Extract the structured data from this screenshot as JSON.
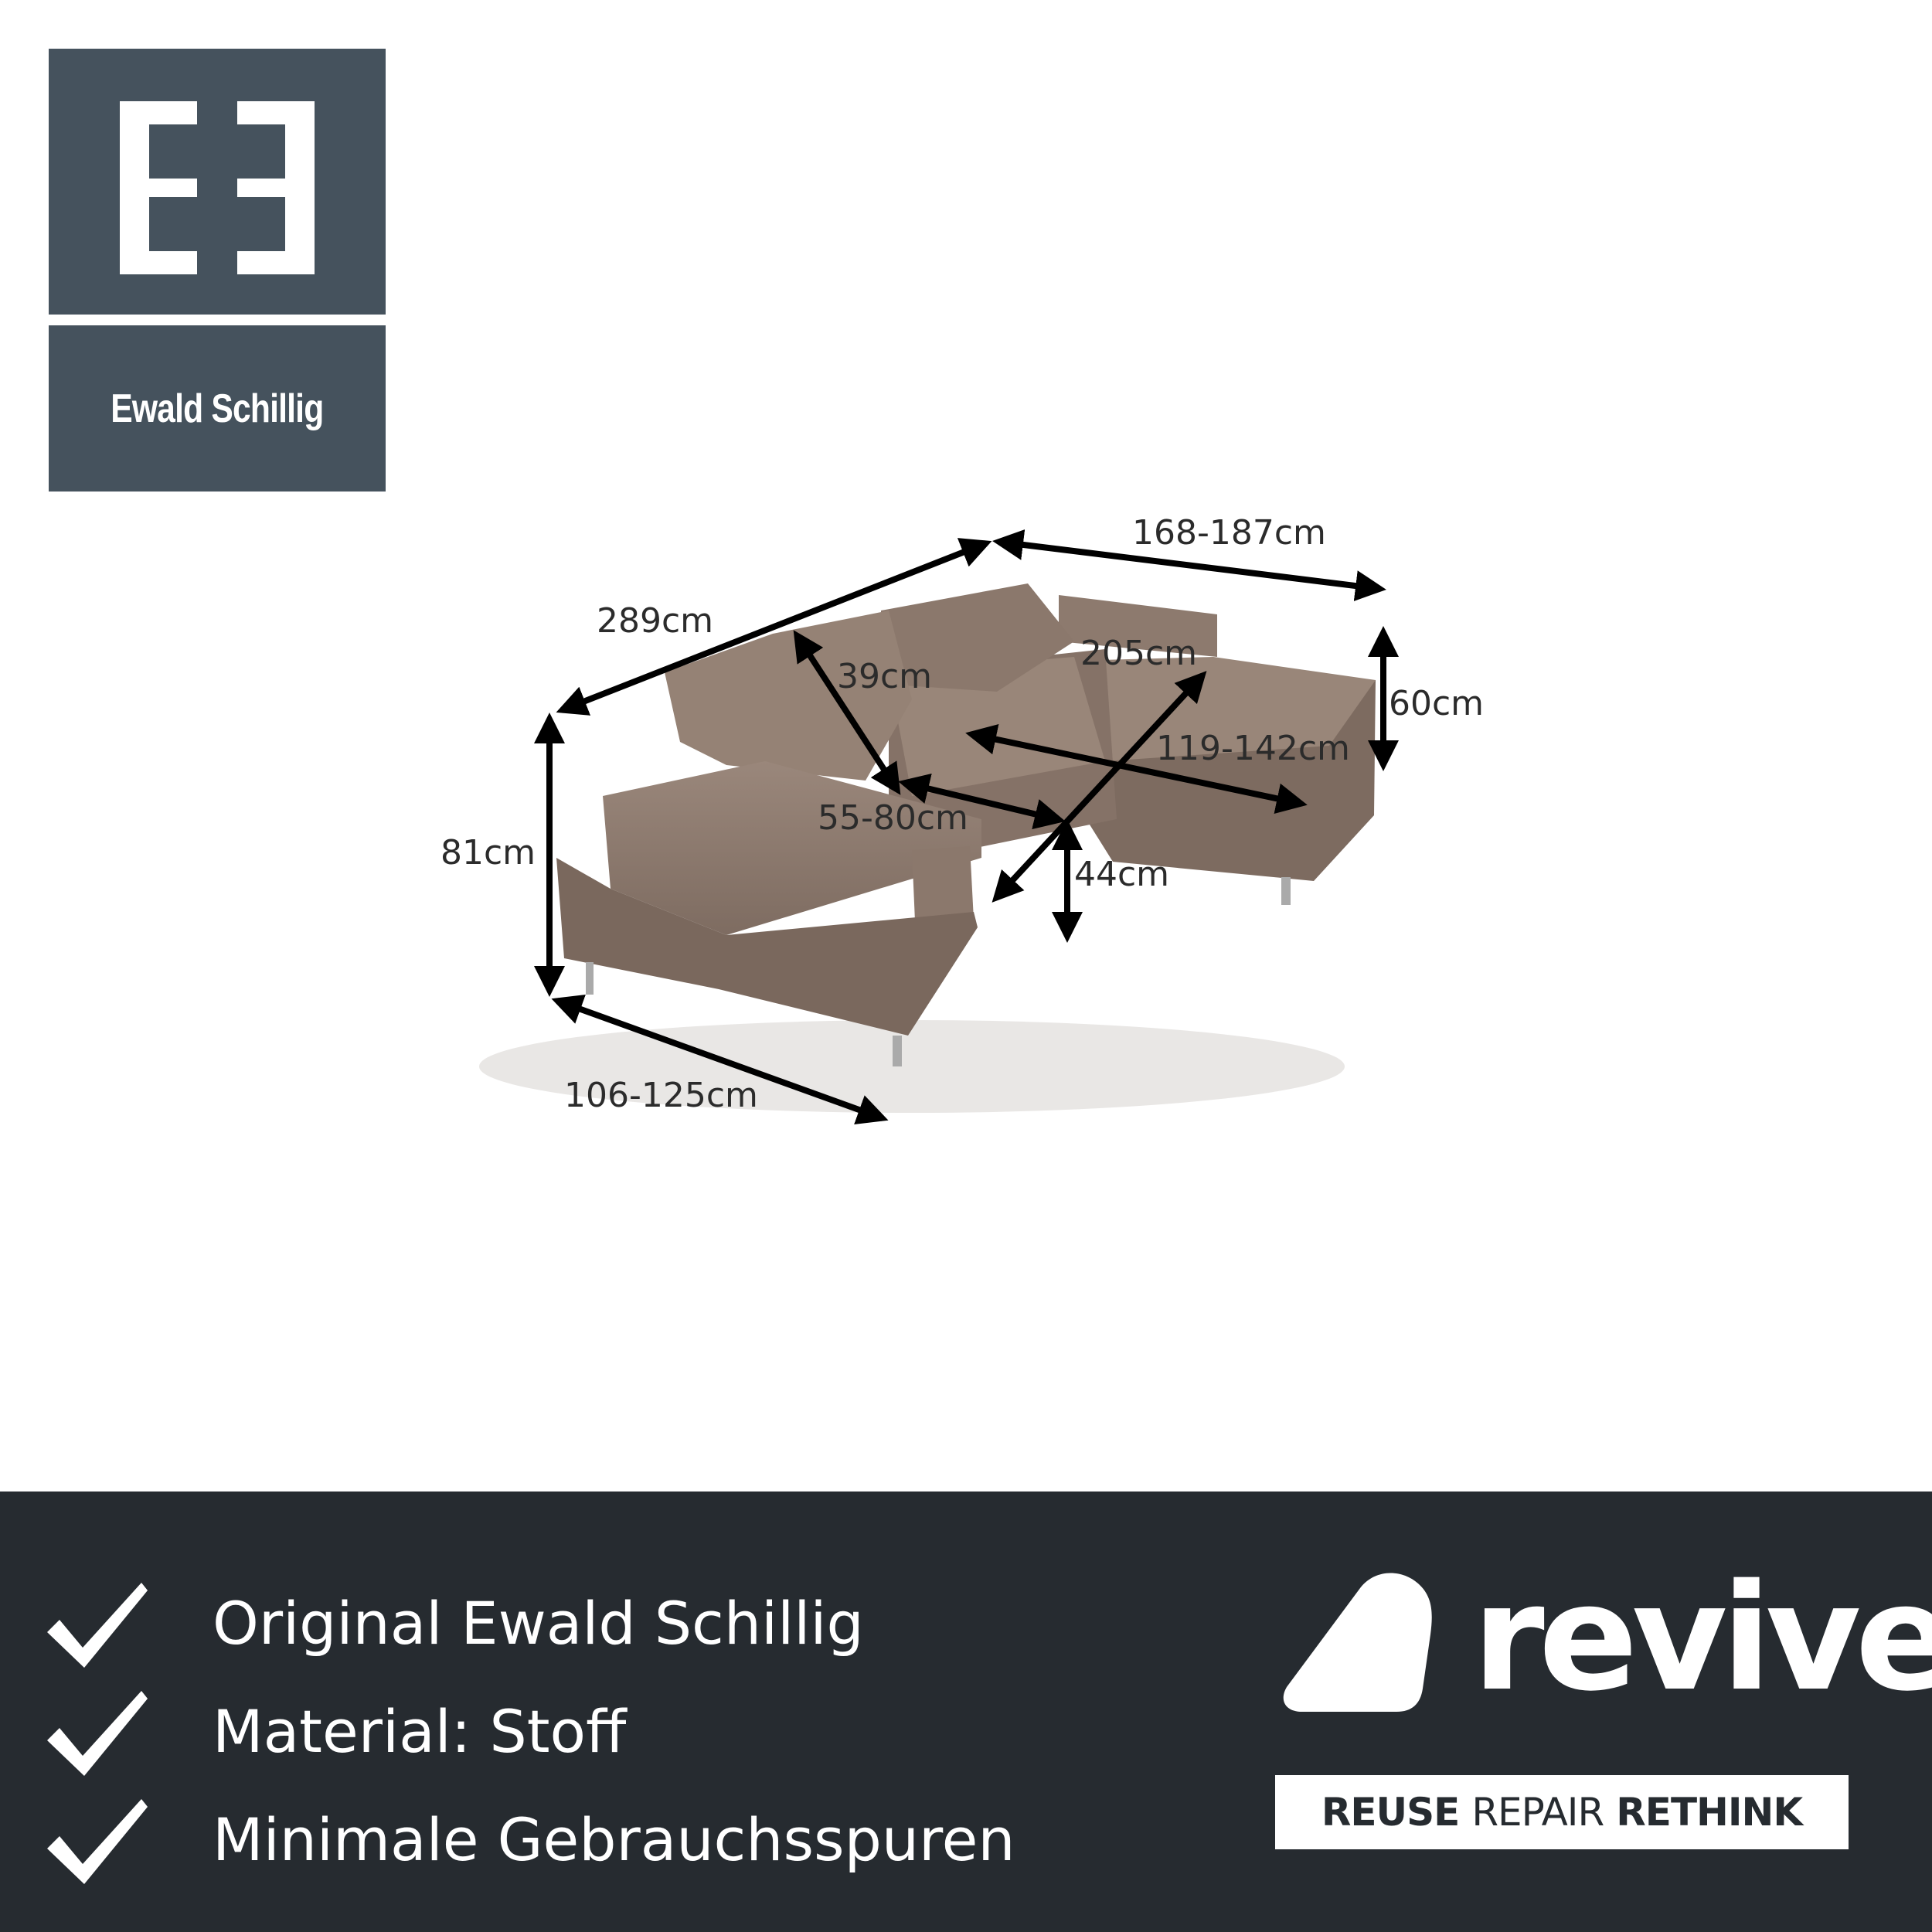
{
  "brand": {
    "name": "Ewald Schillig"
  },
  "dimensions": {
    "overall_length": "289cm",
    "chaise_length": "168-187cm",
    "backrest_height": "39cm",
    "chaise_diagonal": "205cm",
    "chaise_height": "60cm",
    "chaise_width": "119-142cm",
    "seat_depth": "55-80cm",
    "total_height": "81cm",
    "seat_height": "44cm",
    "depth": "106-125cm"
  },
  "features": [
    "Original Ewald Schillig",
    "Material: Stoff",
    "Minimale Gebrauchsspuren"
  ],
  "revive": {
    "wordmark": "revive",
    "tagline": [
      "REUSE",
      "REPAIR",
      "RETHINK"
    ]
  },
  "colors": {
    "brand_slate": "#45525d",
    "footer_bg": "#262b30",
    "sofa_fabric": "#8a776b"
  }
}
